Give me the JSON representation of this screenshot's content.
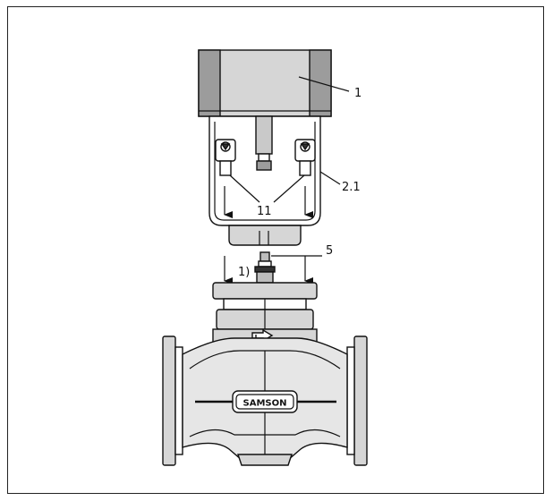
{
  "figure": {
    "labels": {
      "actuator": "1",
      "yoke": "2.1",
      "screws": "11",
      "plug_stem": "5",
      "footnote_ref": "1)",
      "brand": "SAMSON"
    }
  },
  "colors": {
    "light_gray": "#d9d9d9",
    "mid_gray": "#bdbdbd",
    "outline": "#111111",
    "background": "#ffffff"
  }
}
